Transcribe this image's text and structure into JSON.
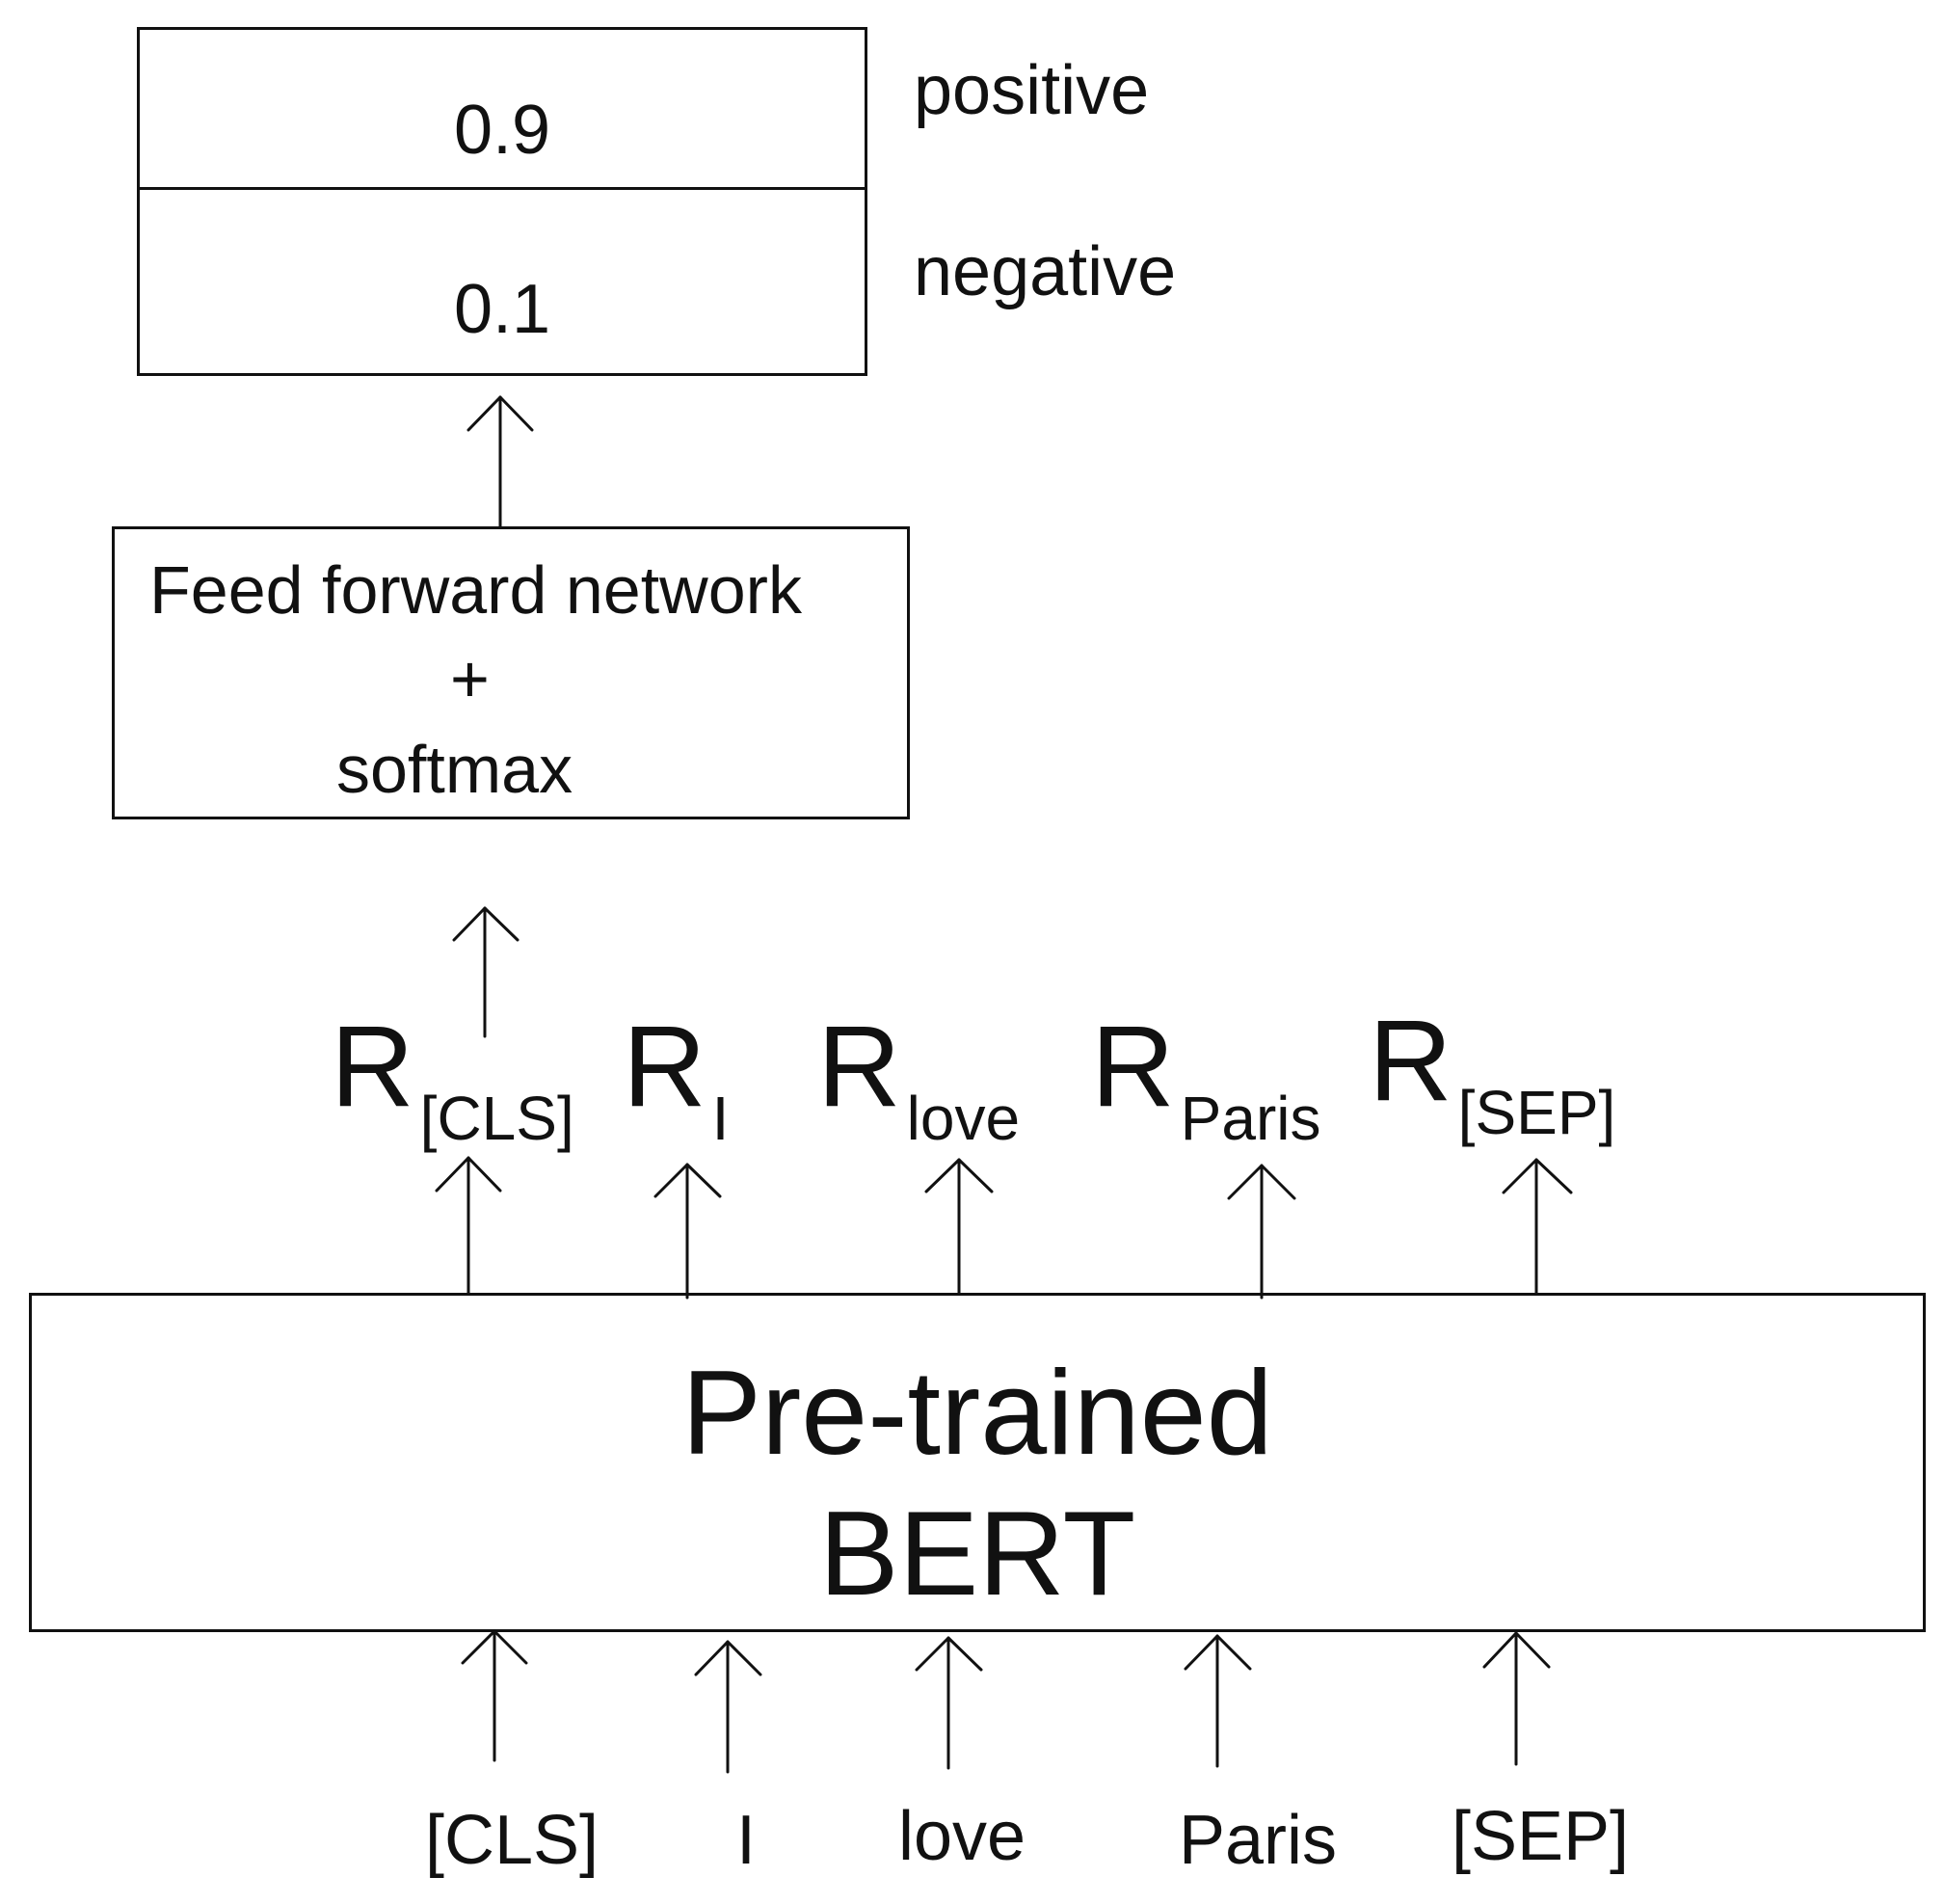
{
  "output": {
    "positive_value": "0.9",
    "negative_value": "0.1",
    "positive_label": "positive",
    "negative_label": "negative"
  },
  "ffn": {
    "line1": "Feed forward network",
    "line2": "+",
    "line3": "softmax"
  },
  "bert": {
    "line1": "Pre-trained",
    "line2": "BERT"
  },
  "representations": [
    {
      "main": "R",
      "sub": "[CLS]"
    },
    {
      "main": "R",
      "sub": "I"
    },
    {
      "main": "R",
      "sub": "love"
    },
    {
      "main": "R",
      "sub": "Paris"
    },
    {
      "main": "R",
      "sub": "[SEP]"
    }
  ],
  "tokens": [
    "[CLS]",
    "I",
    "love",
    "Paris",
    "[SEP]"
  ]
}
